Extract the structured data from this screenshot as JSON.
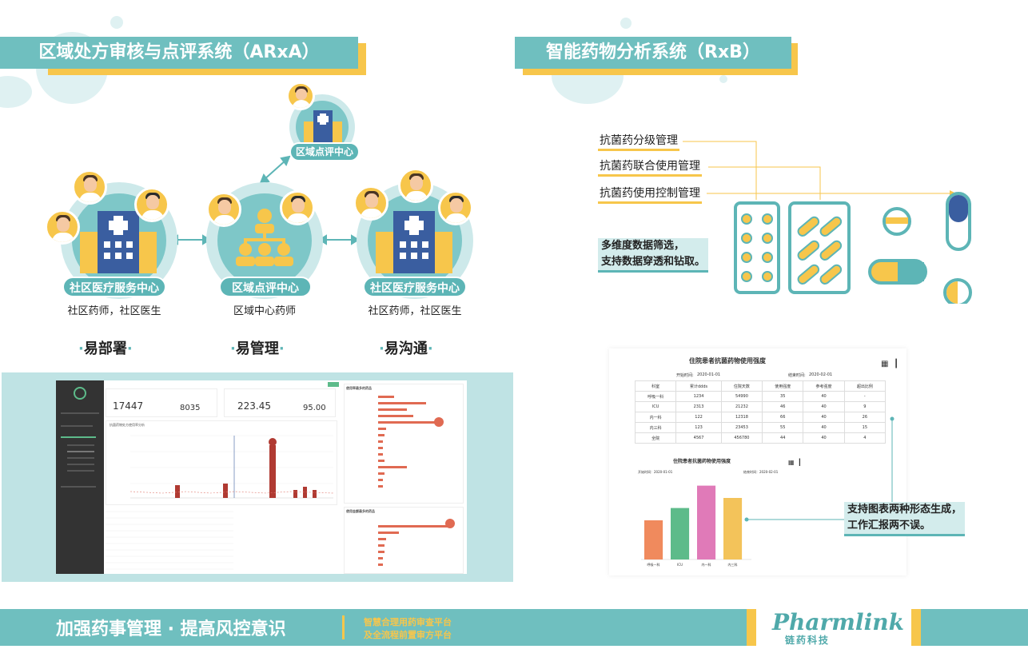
{
  "left": {
    "title": "区域处方审核与点评系统（ARxA）",
    "top_node": {
      "label": "区域点评中心"
    },
    "nodes": [
      {
        "label": "社区医疗服务中心",
        "sub": "社区药师，社区医生"
      },
      {
        "label": "区域点评中心",
        "sub": "区域中心药师"
      },
      {
        "label": "社区医疗服务中心",
        "sub": "社区药师，社区医生"
      }
    ],
    "slogans": [
      "易部署",
      "易管理",
      "易沟通"
    ],
    "dashboard": {
      "stats": [
        "17447",
        "8035",
        "223.45",
        "95.00"
      ],
      "panel_titles": [
        "抗菌药物处方使用率分析",
        "使用率最多的药品",
        "使用金额最多的药品"
      ]
    }
  },
  "right": {
    "title": "智能药物分析系统（RxB）",
    "features": [
      "抗菌药分级管理",
      "抗菌药联合使用管理",
      "抗菌药使用控制管理"
    ],
    "callout1": [
      "多维度数据筛选，",
      "支持数据穿透和钻取。"
    ],
    "callout2": [
      "支持图表两种形态生成，",
      "工作汇报两不误。"
    ],
    "report": {
      "title": "住院患者抗菌药物使用强度",
      "start_label": "开始时间:",
      "start_value": "2020-01-01",
      "end_label": "结束时间:",
      "end_value": "2020-02-01",
      "columns": [
        "科室",
        "累计ddds",
        "住院天数",
        "使用强度",
        "参考强度",
        "超出比例"
      ],
      "rows": [
        [
          "呼吸一科",
          "1234",
          "54990",
          "35",
          "40",
          "-"
        ],
        [
          "ICU",
          "2313",
          "21232",
          "46",
          "40",
          "9"
        ],
        [
          "内一科",
          "122",
          "12318",
          "66",
          "40",
          "26"
        ],
        [
          "内三科",
          "123",
          "23453",
          "55",
          "40",
          "15"
        ],
        [
          "全院",
          "4567",
          "456780",
          "44",
          "40",
          "4"
        ]
      ],
      "chart_title": "住院患者抗菌药物使用强度",
      "chart_start": "开始时间：2020-01-01",
      "chart_end": "结束时间：2020-02-01"
    }
  },
  "chart_data": {
    "type": "bar",
    "categories": [
      "呼吸一科",
      "ICU",
      "内一科",
      "内三科"
    ],
    "values": [
      35,
      46,
      66,
      55
    ],
    "colors": [
      "#f08a5d",
      "#5dbb8a",
      "#e07ab8",
      "#f3c35a"
    ],
    "ylim": [
      0,
      70
    ]
  },
  "footer": {
    "main": "加强药事管理 · 提高风控意识",
    "sub1": "智慧合理用药审查平台",
    "sub2": "及全流程前置审方平台",
    "logo": "Pharmlink",
    "logo_cn": "链药科技"
  },
  "colors": {
    "teal": "#6fbfbf",
    "yellow": "#f7c64b",
    "dark_teal": "#5db5b6"
  }
}
